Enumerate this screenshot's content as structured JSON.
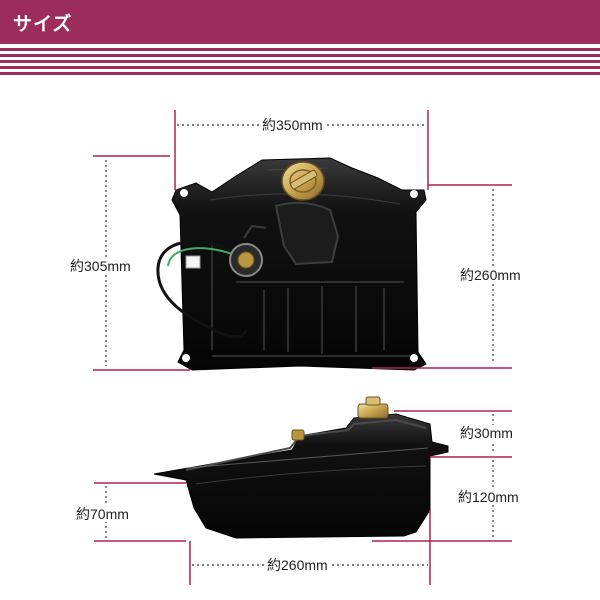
{
  "header": {
    "title": "サイズ"
  },
  "colors": {
    "accent": "#9b2c5b",
    "dimension_line": "#b3204a",
    "tank": "#0d0d0d"
  },
  "dimensions": {
    "top_width": "約350mm",
    "top_height": "約305mm",
    "top_right_height": "約260mm",
    "side_cap": "約30mm",
    "side_total": "約120mm",
    "side_left": "約70mm",
    "side_bottom": "約260mm"
  }
}
